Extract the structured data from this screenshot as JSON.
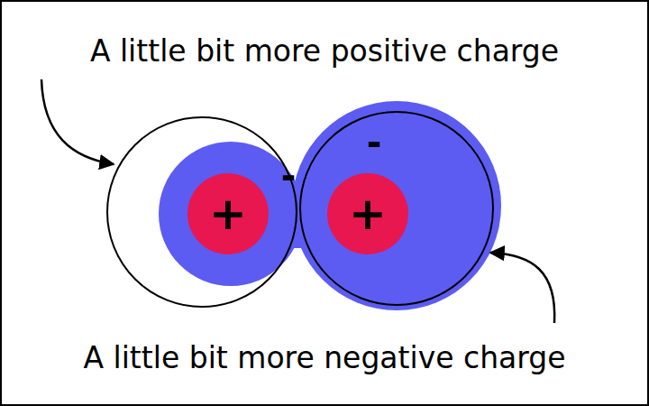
{
  "diagram": {
    "nodes": [
      {
        "text": [
          "+"
        ]
      },
      {
        "text": [
          "+"
        ]
      }
    ],
    "labels": [
      "A little bit more positive charge",
      "-",
      "-",
      "A little bit more negative charge"
    ]
  }
}
